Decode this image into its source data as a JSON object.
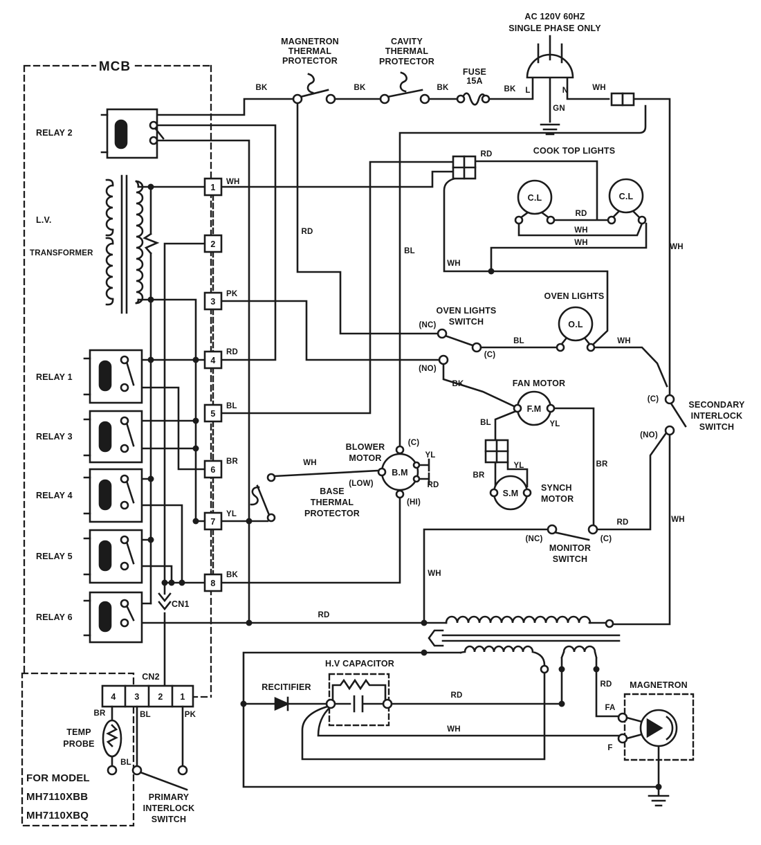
{
  "title": "Microwave oven wiring schematic",
  "power": {
    "line1": "AC 120V 60HZ",
    "line2": "SINGLE PHASE ONLY",
    "plug": {
      "l": "L",
      "n": "N",
      "gn": "GN"
    }
  },
  "wire_colors": {
    "bk": "BK",
    "wh": "WH",
    "rd": "RD",
    "bl": "BL",
    "pk": "PK",
    "yl": "YL",
    "br": "BR"
  },
  "terminals": {
    "nc": "(NC)",
    "c": "(C)",
    "no": "(NO)",
    "hi": "(HI)",
    "low": "(LOW)",
    "fa": "FA",
    "f": "F"
  },
  "mcb": {
    "label": "MCB",
    "relay2": "RELAY 2",
    "relay1": "RELAY 1",
    "relay3": "RELAY 3",
    "relay4": "RELAY 4",
    "relay5": "RELAY 5",
    "relay6": "RELAY 6",
    "lv1": "L.V.",
    "lv2": "TRANSFORMER"
  },
  "connectors": {
    "cn1": {
      "label": "CN1",
      "pins": [
        "1",
        "2",
        "3",
        "4",
        "5",
        "6",
        "7",
        "8"
      ]
    },
    "cn2": {
      "label": "CN2",
      "pins": [
        "4",
        "3",
        "2",
        "1"
      ]
    }
  },
  "protectors": {
    "mtp1": "MAGNETRON",
    "mtp2": "THERMAL",
    "mtp3": "PROTECTOR",
    "ctp1": "CAVITY",
    "ctp2": "THERMAL",
    "ctp3": "PROTECTOR",
    "base1": "BASE",
    "base2": "THERMAL",
    "base3": "PROTECTOR",
    "fuse1": "FUSE",
    "fuse2": "15A"
  },
  "lights": {
    "cook_top": "COOK TOP LIGHTS",
    "cl": "C.L",
    "oven": "OVEN LIGHTS",
    "ol": "O.L",
    "ols1": "OVEN LIGHTS",
    "ols2": "SWITCH"
  },
  "motors": {
    "fan": "FAN MOTOR",
    "fm": "F.M",
    "blower1": "BLOWER",
    "blower2": "MOTOR",
    "bm": "B.M",
    "synch1": "SYNCH",
    "synch2": "MOTOR",
    "sm": "S.M"
  },
  "switches": {
    "sec1": "SECONDARY",
    "sec2": "INTERLOCK",
    "sec3": "SWITCH",
    "mon1": "MONITOR",
    "mon2": "SWITCH",
    "pri1": "PRIMARY",
    "pri2": "INTERLOCK",
    "pri3": "SWITCH"
  },
  "hv": {
    "cap": "H.V CAPACITOR",
    "rectifier": "RECITIFIER",
    "magnetron": "MAGNETRON"
  },
  "probe": {
    "t1": "TEMP",
    "t2": "PROBE"
  },
  "model": {
    "title": "FOR MODEL",
    "m1": "MH7110XBB",
    "m2": "MH7110XBQ"
  }
}
